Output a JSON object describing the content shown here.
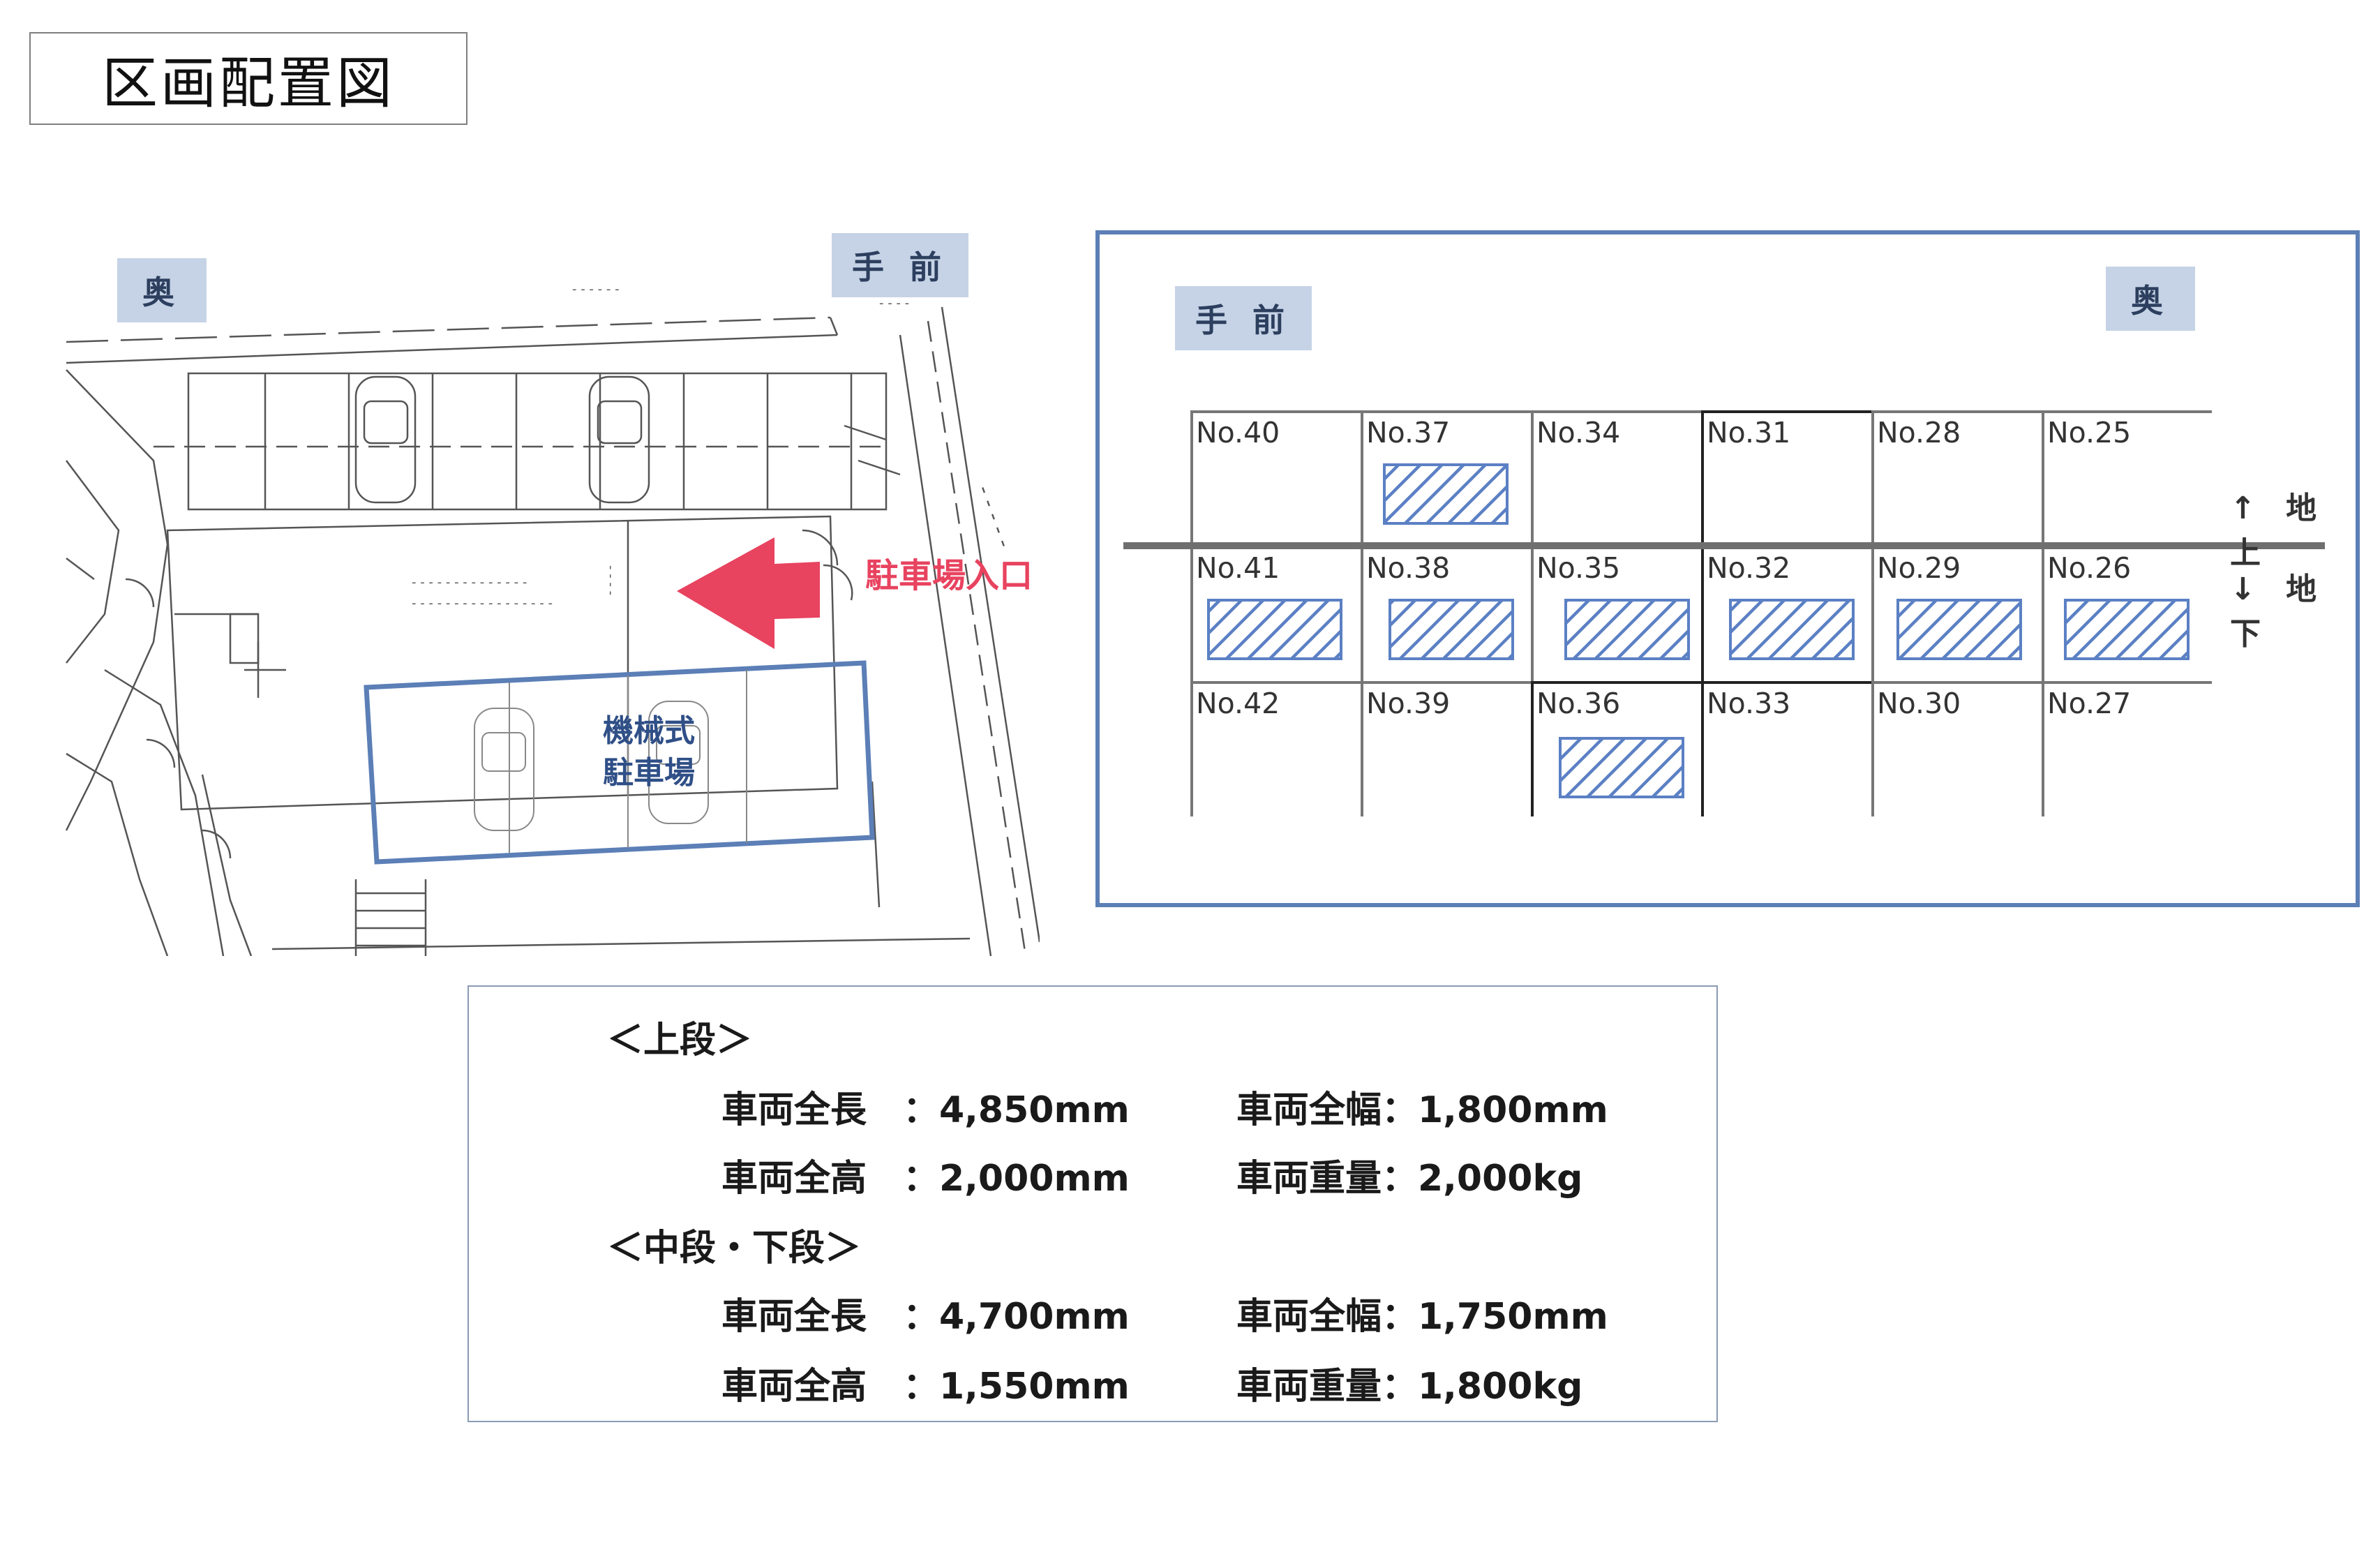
{
  "title": "区画配置図",
  "plan": {
    "tag_back": "奥",
    "tag_front": "手 前",
    "entrance": "駐車場入口",
    "mechanical_line1": "機械式",
    "mechanical_line2": "駐車場"
  },
  "grid_panel": {
    "tag_front": "手 前",
    "tag_back": "奥",
    "level_up": "↑ 地 上",
    "level_down": "↓ 地 下",
    "rows": [
      [
        "No.40",
        "No.37",
        "No.34",
        "No.31",
        "No.28",
        "No.25"
      ],
      [
        "No.41",
        "No.38",
        "No.35",
        "No.32",
        "No.29",
        "No.26"
      ],
      [
        "No.42",
        "No.39",
        "No.36",
        "No.33",
        "No.30",
        "No.27"
      ]
    ],
    "available": [
      "No.37",
      "No.41",
      "No.38",
      "No.35",
      "No.32",
      "No.29",
      "No.26",
      "No.36"
    ],
    "hatch_color": "#5b80c4"
  },
  "specs": {
    "upper_heading": "＜上段＞",
    "upper_length": "車両全長　：4,850mm",
    "upper_width": "車両全幅：1,800mm",
    "upper_height": "車両全高　：2,000mm",
    "upper_weight": "車両重量：2,000kg",
    "lower_heading": "＜中段・下段＞",
    "lower_length": "車両全長　：4,700mm",
    "lower_width": "車両全幅：1,750mm",
    "lower_height": "車両全高　：1,550mm",
    "lower_weight": "車両重量：1,800kg"
  }
}
